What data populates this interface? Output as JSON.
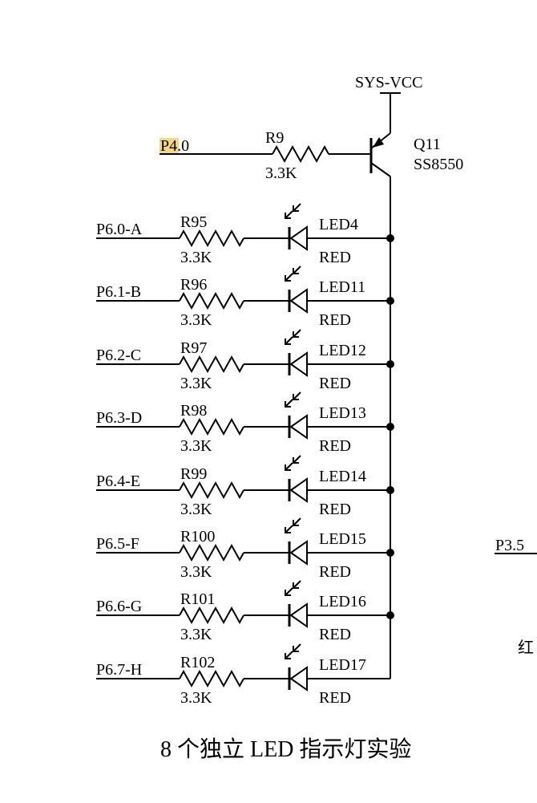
{
  "power": {
    "label": "SYS-VCC"
  },
  "transistor": {
    "ref": "Q11",
    "part": "SS8550"
  },
  "base_net": {
    "highlight": "P4",
    "rest": ".0"
  },
  "base_resistor": {
    "ref": "R9",
    "value": "3.3K"
  },
  "channels": [
    {
      "net": "P6.0-A",
      "resistor": "R95",
      "value": "3.3K",
      "led": "LED4",
      "color": "RED"
    },
    {
      "net": "P6.1-B",
      "resistor": "R96",
      "value": "3.3K",
      "led": "LED11",
      "color": "RED"
    },
    {
      "net": "P6.2-C",
      "resistor": "R97",
      "value": "3.3K",
      "led": "LED12",
      "color": "RED"
    },
    {
      "net": "P6.3-D",
      "resistor": "R98",
      "value": "3.3K",
      "led": "LED13",
      "color": "RED"
    },
    {
      "net": "P6.4-E",
      "resistor": "R99",
      "value": "3.3K",
      "led": "LED14",
      "color": "RED"
    },
    {
      "net": "P6.5-F",
      "resistor": "R100",
      "value": "3.3K",
      "led": "LED15",
      "color": "RED"
    },
    {
      "net": "P6.6-G",
      "resistor": "R101",
      "value": "3.3K",
      "led": "LED16",
      "color": "RED"
    },
    {
      "net": "P6.7-H",
      "resistor": "R102",
      "value": "3.3K",
      "led": "LED17",
      "color": "RED"
    }
  ],
  "side_fragment": {
    "net": "P3.5",
    "char": "红"
  },
  "caption": "8 个独立 LED 指示灯实验",
  "colors": {
    "highlight": "#f6d77e",
    "ink": "#000000"
  }
}
